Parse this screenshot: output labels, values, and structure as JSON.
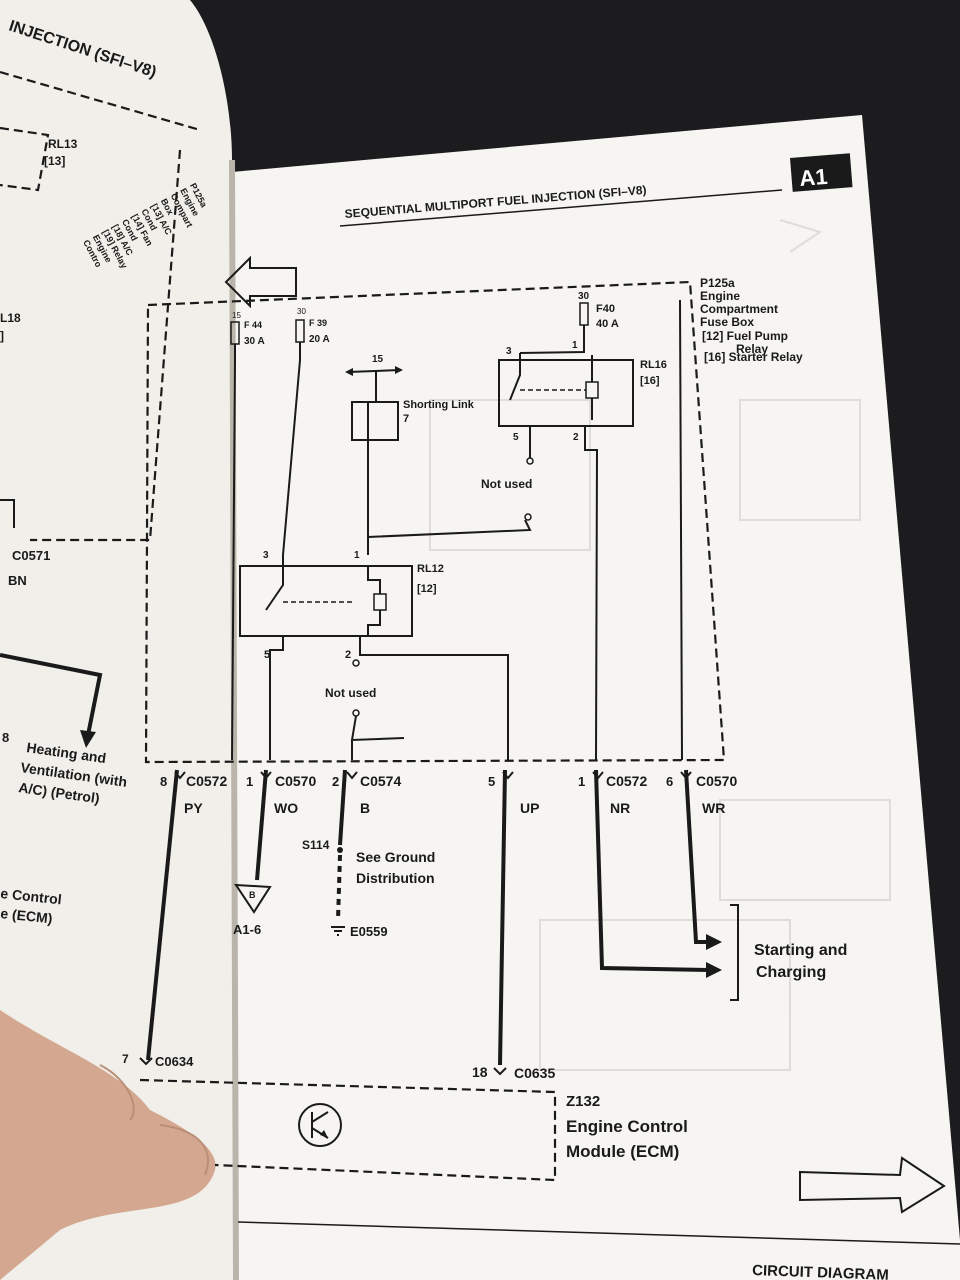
{
  "page_left": {
    "header": "INJECTION (SFI–V8)",
    "rl13": "RL13",
    "rl13_num": "[13]",
    "l18": "L18",
    "l18_suffix": "]",
    "c0571": "C0571",
    "bn": "BN",
    "pin8": "8",
    "heating": "Heating and",
    "ventilation": "Ventilation (with",
    "ac_petrol": "A/C) (Petrol)",
    "control": "e Control",
    "ecm": "e (ECM)",
    "side_list": [
      "P125a",
      "Engine",
      "Compart",
      "Box",
      "[13] A/C",
      "Cond",
      "[14] Fan",
      "Cond",
      "[18] A/C",
      "[19] Relay",
      "Engine",
      "Contro"
    ]
  },
  "page_right": {
    "title": "SEQUENTIAL MULTIPORT FUEL INJECTION (SFI–V8)",
    "badge": "A1",
    "fusebox": {
      "id": "P125a",
      "lines": [
        "Engine",
        "Compartment",
        "Fuse Box"
      ],
      "item1": "[12]  Fuel Pump",
      "item1b": "Relay",
      "item2": "[16]  Starter Relay"
    },
    "fuses": [
      {
        "top": "15",
        "name": "F 44",
        "rating": "30 A"
      },
      {
        "top": "30",
        "name": "F 39",
        "rating": "20 A"
      },
      {
        "top": "30",
        "name": "F40",
        "rating": "40 A"
      }
    ],
    "pin15": "15",
    "shorting_link": "Shorting Link",
    "shorting_num": "7",
    "rl16": "RL16",
    "rl16_num": "[16]",
    "rl12": "RL12",
    "rl12_num": "[12]",
    "pins": {
      "p3": "3",
      "p1": "1",
      "p5": "5",
      "p2": "2"
    },
    "not_used": "Not used",
    "connectors": [
      {
        "pin": "8",
        "id": "C0572",
        "color": "PY"
      },
      {
        "pin": "1",
        "id": "C0570",
        "color": "WO"
      },
      {
        "pin": "2",
        "id": "C0574",
        "color": "B"
      },
      {
        "pin": "5",
        "id": "",
        "color": "UP"
      },
      {
        "pin": "1",
        "id": "C0572",
        "color": "NR"
      },
      {
        "pin": "6",
        "id": "C0570",
        "color": "WR"
      }
    ],
    "s114": "S114",
    "see_ground": "See Ground",
    "distribution": "Distribution",
    "tri_letter": "B",
    "a16": "A1-6",
    "e0559": "E0559",
    "starting": "Starting and",
    "charging": "Charging",
    "c0634_pin": "7",
    "c0634": "C0634",
    "c0635_pin": "18",
    "c0635": "C0635",
    "z132": "Z132",
    "ecm1": "Engine Control",
    "ecm2": "Module (ECM)",
    "footer": "CIRCUIT DIAGRAM"
  }
}
